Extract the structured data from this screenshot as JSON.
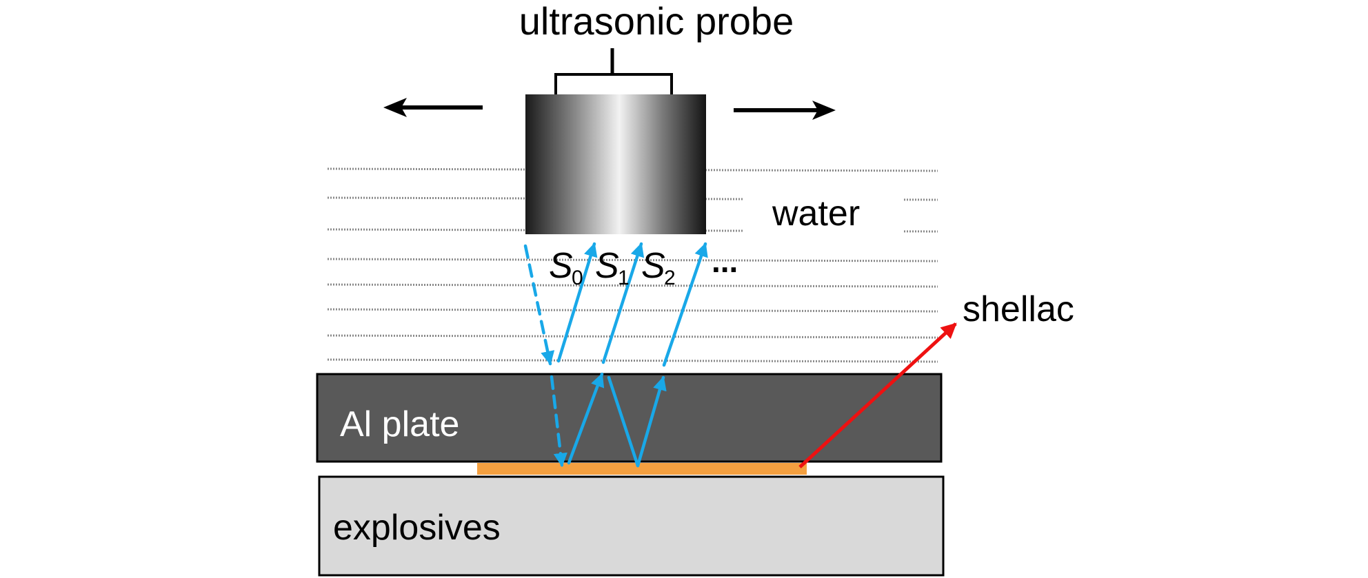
{
  "labels": {
    "probe": "ultrasonic probe",
    "water": "water",
    "plate": "Al plate",
    "explosives": "explosives",
    "shellac": "shellac",
    "s0_base": "S",
    "s0_sub": "0",
    "s1_base": "S",
    "s1_sub": "1",
    "s2_base": "S",
    "s2_sub": "2",
    "ellipsis": "..."
  },
  "colors": {
    "plate": "#595959",
    "explosives": "#d9d9d9",
    "shellac_layer": "#f4a040",
    "wave": "#19a8e8",
    "shellac_arrow": "#ee1111",
    "water_lines": "#8a8a8a",
    "probe_dark": "#1a1a1a",
    "probe_light": "#f2f2f2"
  },
  "icons": [
    "left-arrow-icon",
    "right-arrow-icon",
    "ultrasonic-probe-icon"
  ]
}
